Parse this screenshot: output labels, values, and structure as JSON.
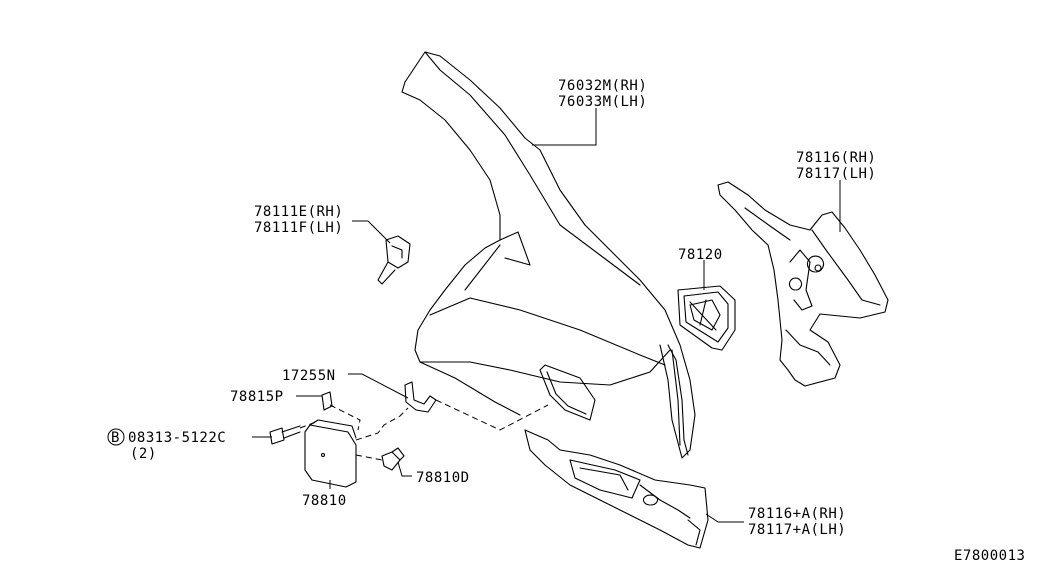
{
  "diagram": {
    "labels": {
      "rear_fender_rh": "76032M(RH)",
      "rear_fender_lh": "76033M(LH)",
      "bracket_rh": "78111E(RH)",
      "bracket_lh": "78111F(LH)",
      "wheelhouse_rh": "78116(RH)",
      "wheelhouse_lh": "78117(LH)",
      "filler_base": "78120",
      "clip_17255": "17255N",
      "bumper_78815": "78815P",
      "bolt_code": "08313-5122C",
      "bolt_symbol": "B",
      "bolt_qty": "(2)",
      "filler_lid": "78810",
      "spring_78810d": "78810D",
      "lower_rh": "78116+A(RH)",
      "lower_lh": "78117+A(LH)",
      "diagram_id": "E7800013"
    }
  }
}
